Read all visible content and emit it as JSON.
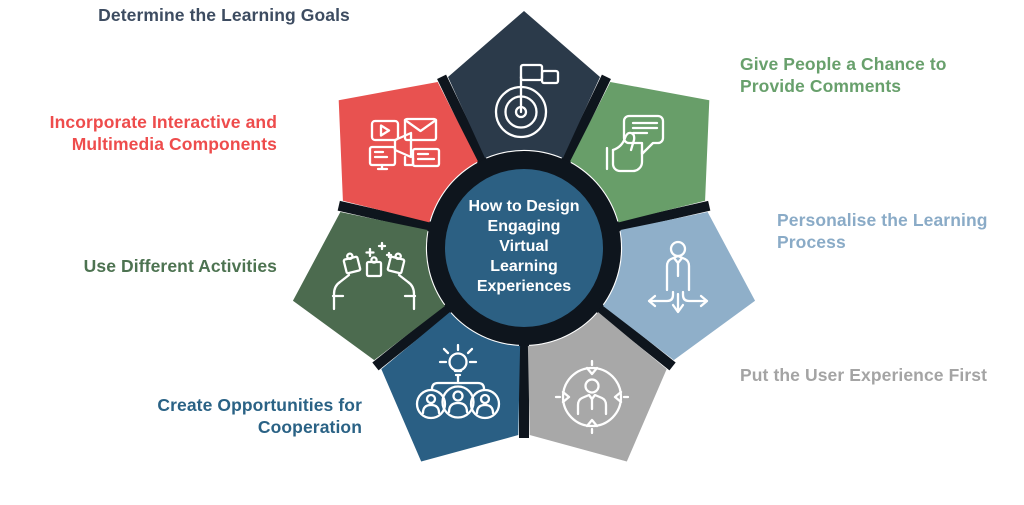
{
  "center": {
    "title_lines": [
      "How to Design",
      "Engaging",
      "Virtual",
      "Learning",
      "Experiences"
    ],
    "circle_color": "#2c6083",
    "ring_color": "#0e151d"
  },
  "segments": [
    {
      "key": "determine-learning-goals",
      "petal_color": "#2b3a4a",
      "label_color": "#3d4c61",
      "icon": "target-flag-icon",
      "label": "Determine the Learning Goals",
      "lines": [
        "Determine the Learning Goals"
      ]
    },
    {
      "key": "give-people-a-chance-to-provide-comments",
      "petal_color": "#689e69",
      "label_color": "#68a06c",
      "icon": "hand-comment-icon",
      "label": "Give People a Chance to Provide Comments",
      "lines": [
        "Give People a Chance to",
        "Provide Comments"
      ]
    },
    {
      "key": "personalise-the-learning-process",
      "petal_color": "#8fafc9",
      "label_color": "#8aabc7",
      "icon": "person-paths-icon",
      "label": "Personalise the Learning Process",
      "lines": [
        "Personalise the Learning",
        "Process"
      ]
    },
    {
      "key": "put-the-user-experience-first",
      "petal_color": "#a8a8a8",
      "label_color": "#a4a4a4",
      "icon": "user-focus-icon",
      "label": "Put the User Experience First",
      "lines": [
        "Put the User Experience First"
      ]
    },
    {
      "key": "create-opportunities-for-cooperation",
      "petal_color": "#2a5f84",
      "label_color": "#2a6285",
      "icon": "team-idea-icon",
      "label": "Create Opportunities for Cooperation",
      "lines": [
        "Create Opportunities for",
        "Cooperation"
      ]
    },
    {
      "key": "use-different-activities",
      "petal_color": "#4c6b4f",
      "label_color": "#4d7351",
      "icon": "puzzle-hands-icon",
      "label": "Use Different Activities",
      "lines": [
        "Use Different Activities"
      ]
    },
    {
      "key": "incorporate-interactive-and-multimedia-components",
      "petal_color": "#e85250",
      "label_color": "#ee4c4c",
      "icon": "multimedia-icon",
      "label": "Incorporate Interactive and Multimedia Components",
      "lines": [
        "Incorporate Interactive and",
        "Multimedia Components"
      ]
    }
  ]
}
